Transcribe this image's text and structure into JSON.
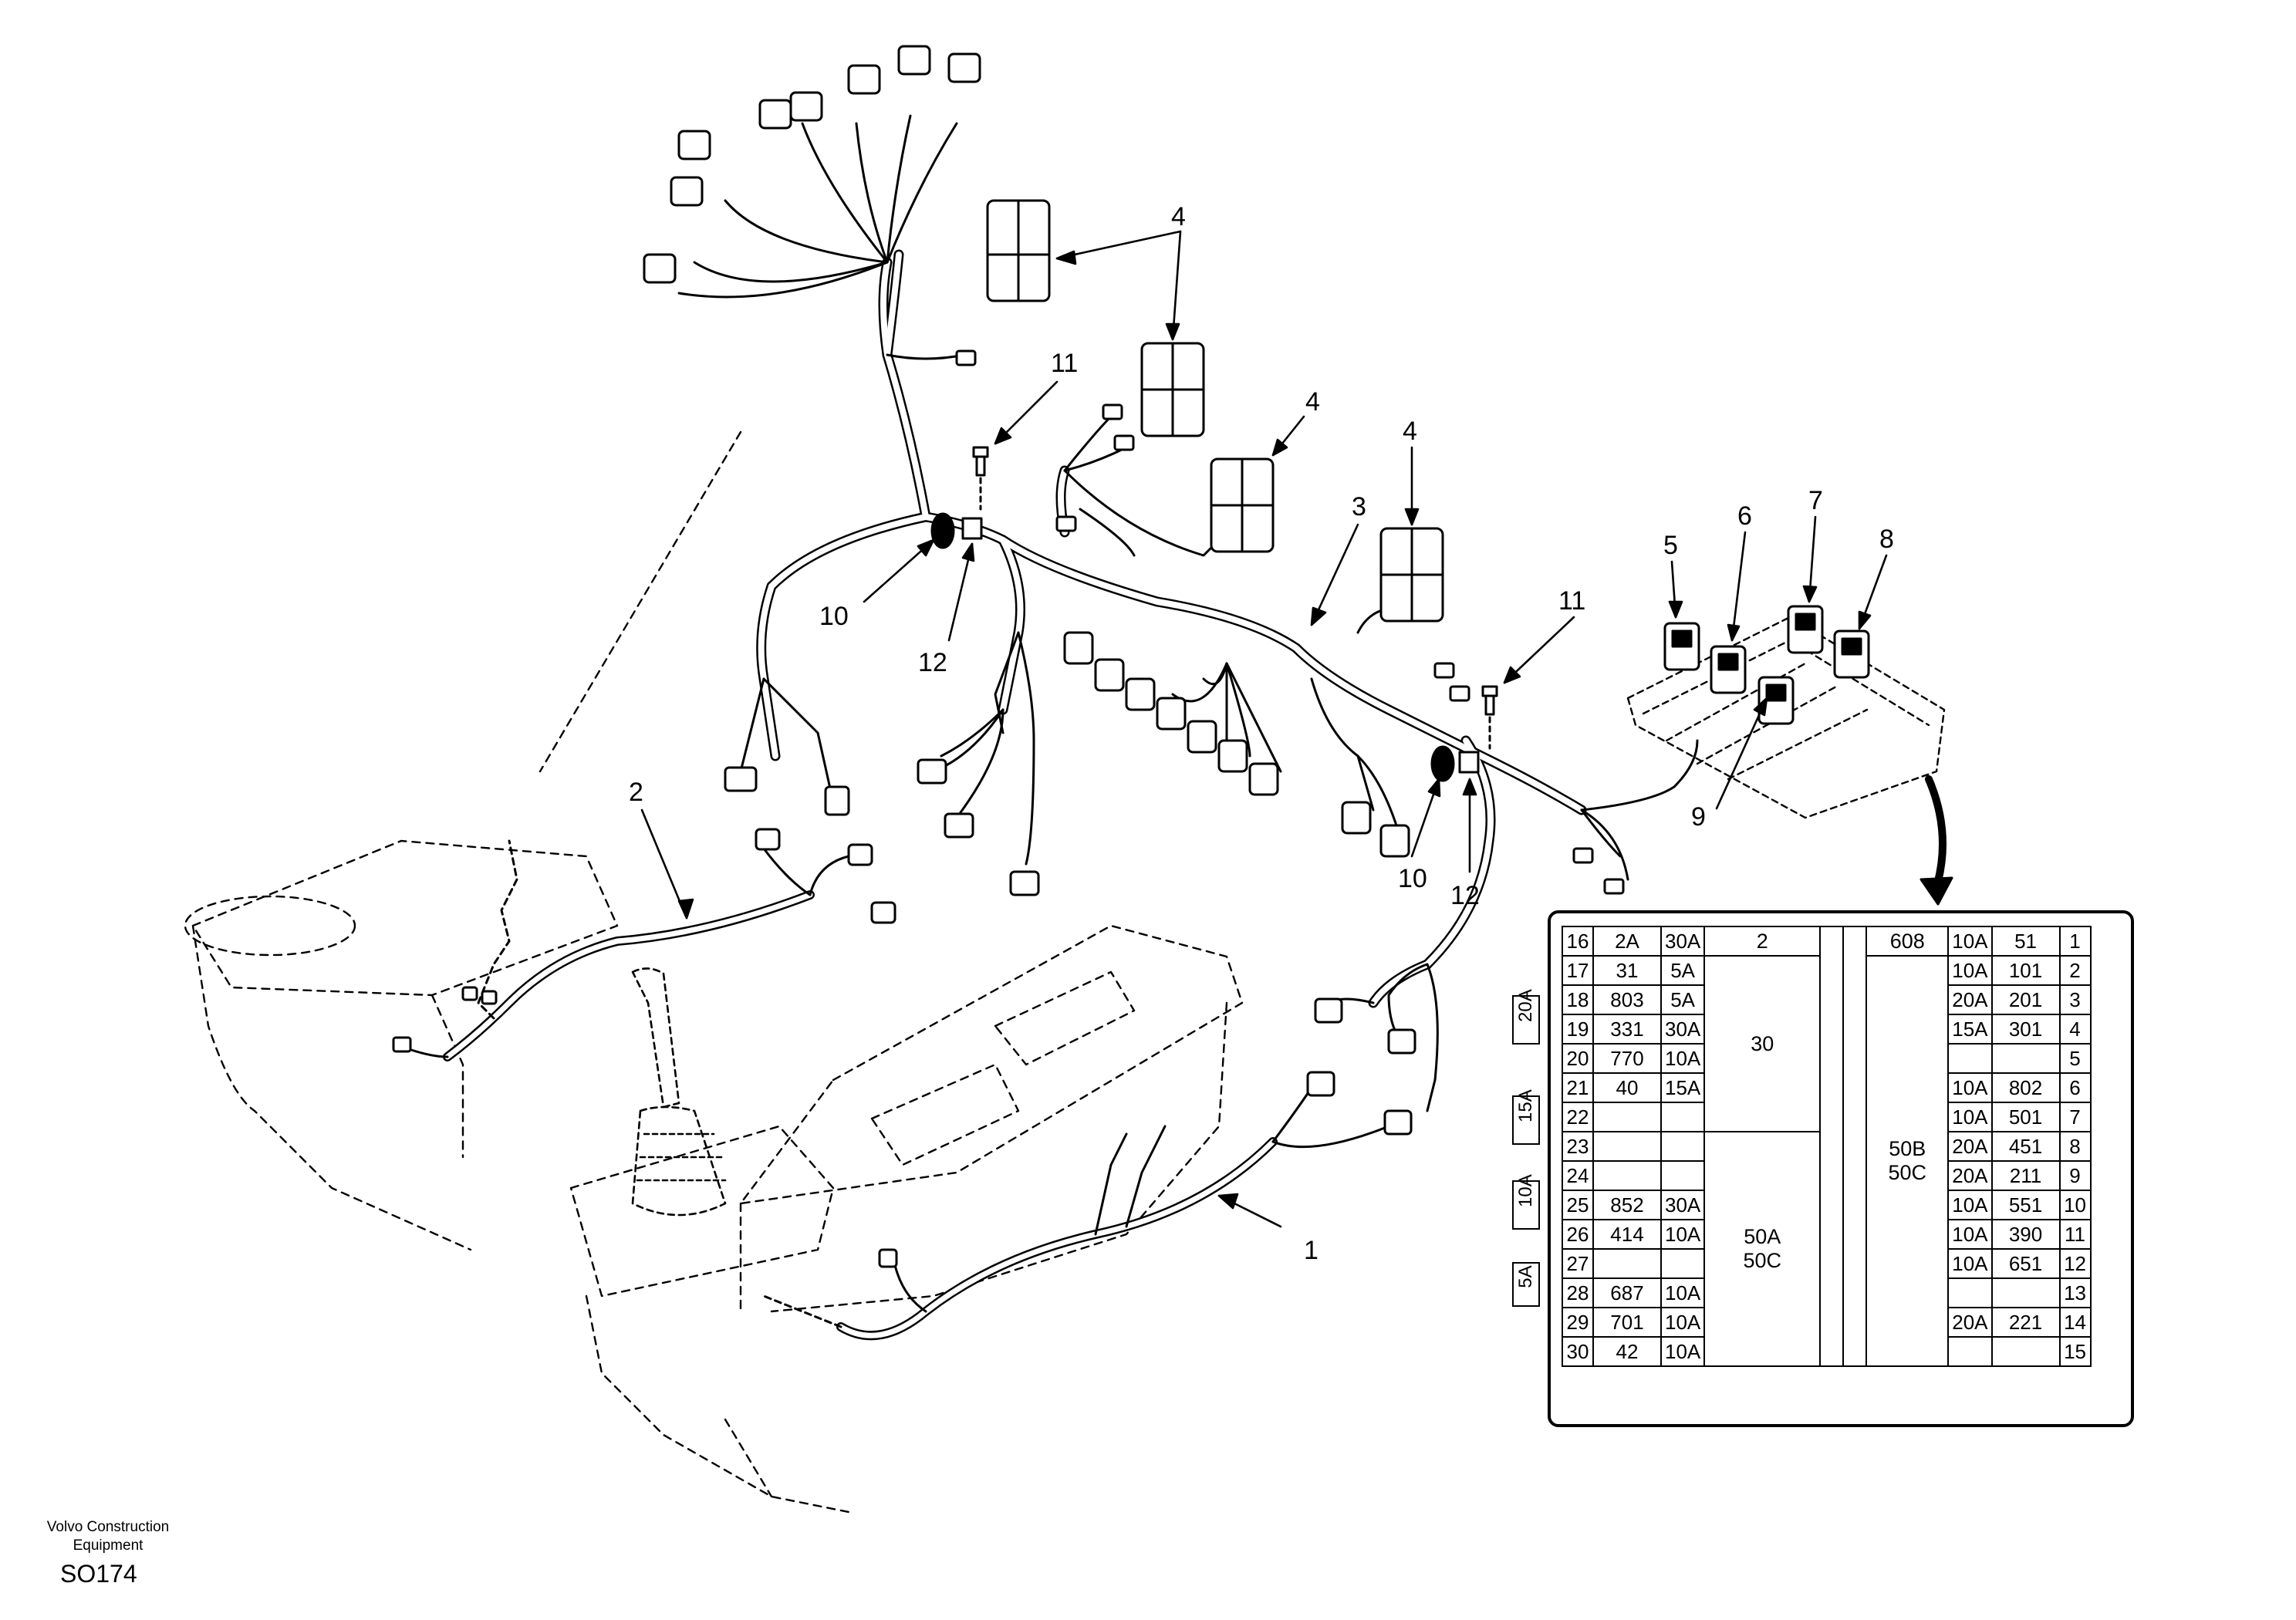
{
  "callouts": [
    "1",
    "2",
    "3",
    "4",
    "4",
    "4",
    "4",
    "5",
    "6",
    "7",
    "8",
    "9",
    "10",
    "10",
    "11",
    "11",
    "12",
    "12"
  ],
  "fuse_table": {
    "left_rows": [
      {
        "n": "16",
        "circ": "2A",
        "amp": "30A"
      },
      {
        "n": "17",
        "circ": "31",
        "amp": "5A"
      },
      {
        "n": "18",
        "circ": "803",
        "amp": "5A"
      },
      {
        "n": "19",
        "circ": "331",
        "amp": "30A"
      },
      {
        "n": "20",
        "circ": "770",
        "amp": "10A"
      },
      {
        "n": "21",
        "circ": "40",
        "amp": "15A"
      },
      {
        "n": "22",
        "circ": "",
        "amp": ""
      },
      {
        "n": "23",
        "circ": "",
        "amp": ""
      },
      {
        "n": "24",
        "circ": "",
        "amp": ""
      },
      {
        "n": "25",
        "circ": "852",
        "amp": "30A"
      },
      {
        "n": "26",
        "circ": "414",
        "amp": "10A"
      },
      {
        "n": "27",
        "circ": "",
        "amp": ""
      },
      {
        "n": "28",
        "circ": "687",
        "amp": "10A"
      },
      {
        "n": "29",
        "circ": "701",
        "amp": "10A"
      },
      {
        "n": "30",
        "circ": "42",
        "amp": "10A"
      }
    ],
    "left_groups": [
      "2",
      "30",
      "50A\n50C"
    ],
    "right_groups": [
      "608",
      "50B\n50C"
    ],
    "right_rows": [
      {
        "amp": "10A",
        "circ": "51",
        "n": "1"
      },
      {
        "amp": "10A",
        "circ": "101",
        "n": "2"
      },
      {
        "amp": "20A",
        "circ": "201",
        "n": "3"
      },
      {
        "amp": "15A",
        "circ": "301",
        "n": "4"
      },
      {
        "amp": "",
        "circ": "",
        "n": "5"
      },
      {
        "amp": "10A",
        "circ": "802",
        "n": "6"
      },
      {
        "amp": "10A",
        "circ": "501",
        "n": "7"
      },
      {
        "amp": "20A",
        "circ": "451",
        "n": "8"
      },
      {
        "amp": "20A",
        "circ": "211",
        "n": "9"
      },
      {
        "amp": "10A",
        "circ": "551",
        "n": "10"
      },
      {
        "amp": "10A",
        "circ": "390",
        "n": "11"
      },
      {
        "amp": "10A",
        "circ": "651",
        "n": "12"
      },
      {
        "amp": "",
        "circ": "",
        "n": "13"
      },
      {
        "amp": "20A",
        "circ": "221",
        "n": "14"
      },
      {
        "amp": "",
        "circ": "",
        "n": "15"
      }
    ]
  },
  "fuse_ratings_legend": [
    "20A",
    "15A",
    "10A",
    "5A"
  ],
  "footer": {
    "brand_line1": "Volvo Construction",
    "brand_line2": "Equipment",
    "drawing_code": "SO174"
  }
}
